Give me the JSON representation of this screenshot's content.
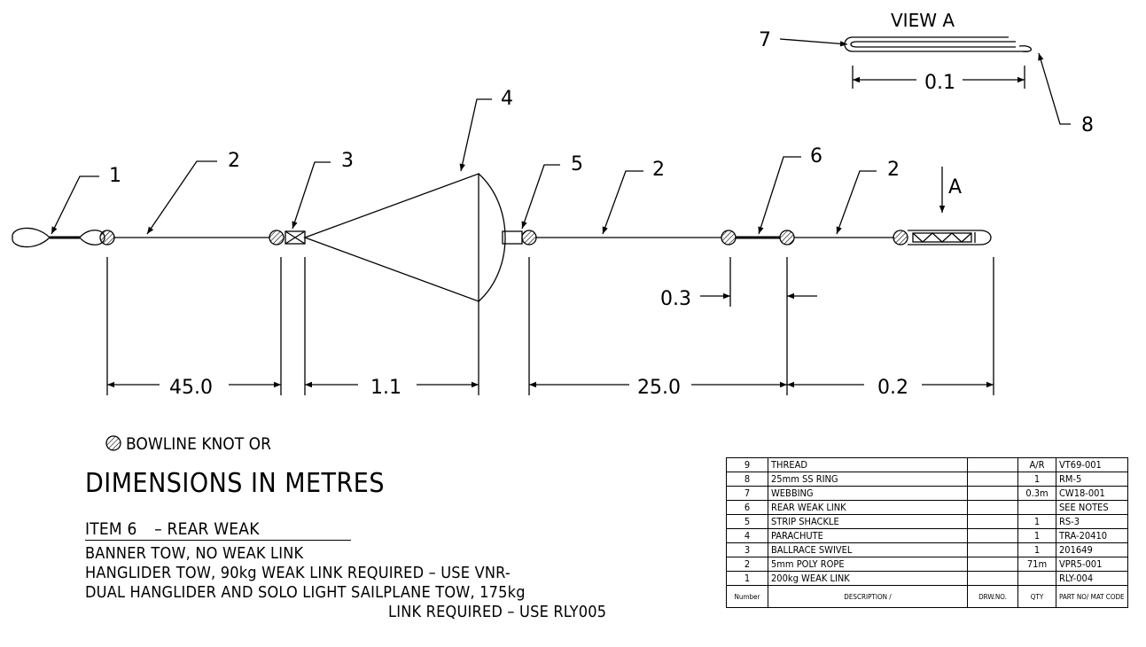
{
  "view_label": "VIEW A",
  "view_arrow_label": "A",
  "callouts": {
    "c1": "1",
    "c2a": "2",
    "c3": "3",
    "c4": "4",
    "c5": "5",
    "c2b": "2",
    "c6": "6",
    "c2c": "2",
    "c7": "7",
    "c8": "8"
  },
  "dimensions": {
    "d1": "45.0",
    "d2": "1.1",
    "d3": "25.0",
    "d4": "0.2",
    "d5": "0.3",
    "d6": "0.1"
  },
  "legend": {
    "knot_text": "BOWLINE KNOT OR",
    "units": "DIMENSIONS IN METRES"
  },
  "notes": {
    "header_item": "ITEM 6",
    "header_title": "– REAR WEAK",
    "lines": [
      "BANNER TOW, NO WEAK LINK",
      "HANGLIDER TOW, 90kg WEAK LINK REQUIRED – USE VNR-",
      "DUAL HANGLIDER AND SOLO LIGHT SAILPLANE TOW, 175kg"
    ],
    "last_line": "LINK REQUIRED – USE RLY005"
  },
  "bom": {
    "rows": [
      {
        "number": "9",
        "description": "THREAD",
        "drw": "",
        "qty": "A/R",
        "part": "VT69-001"
      },
      {
        "number": "8",
        "description": "25mm SS RING",
        "drw": "",
        "qty": "1",
        "part": "RM-5"
      },
      {
        "number": "7",
        "description": "WEBBING",
        "drw": "",
        "qty": "0.3m",
        "part": "CW18-001"
      },
      {
        "number": "6",
        "description": "REAR WEAK LINK",
        "drw": "",
        "qty": "",
        "part": "SEE NOTES"
      },
      {
        "number": "5",
        "description": "STRIP SHACKLE",
        "drw": "",
        "qty": "1",
        "part": "RS-3"
      },
      {
        "number": "4",
        "description": "PARACHUTE",
        "drw": "",
        "qty": "1",
        "part": "TRA-20410"
      },
      {
        "number": "3",
        "description": "BALLRACE SWIVEL",
        "drw": "",
        "qty": "1",
        "part": "201649"
      },
      {
        "number": "2",
        "description": "5mm POLY ROPE",
        "drw": "",
        "qty": "71m",
        "part": "VPR5-001"
      },
      {
        "number": "1",
        "description": "200kg WEAK LINK",
        "drw": "",
        "qty": "",
        "part": "RLY-004"
      }
    ],
    "header": {
      "number": "Number",
      "description": "DESCRIPTION /",
      "drw": "DRW.NO.",
      "qty": "QTY",
      "part": "PART NO/ MAT CODE"
    }
  }
}
